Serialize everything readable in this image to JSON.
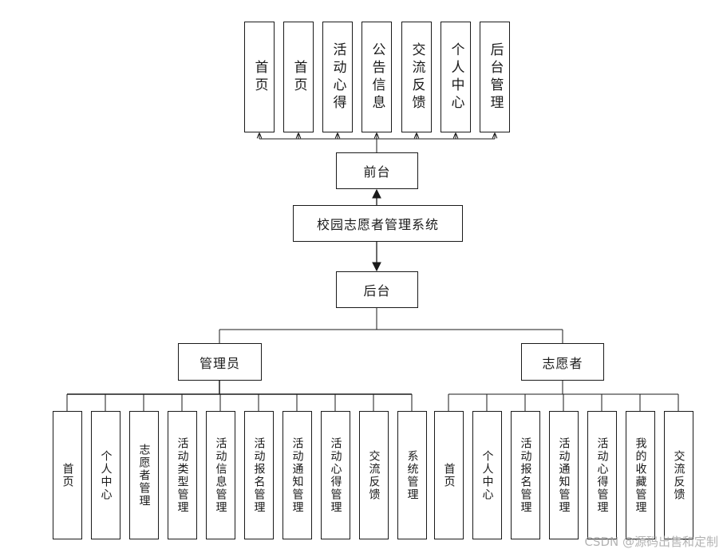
{
  "diagram": {
    "system": "校园志愿者管理系统",
    "frontend": {
      "label": "前台",
      "items": [
        "首页",
        "首页",
        "活动心得",
        "公告信息",
        "交流反馈",
        "个人中心",
        "后台管理"
      ]
    },
    "backend": {
      "label": "后台",
      "roles": [
        {
          "label": "管理员",
          "items": [
            "首页",
            "个人中心",
            "志愿者管理",
            "活动类型管理",
            "活动信息管理",
            "活动报名管理",
            "活动通知管理",
            "活动心得管理",
            "交流反馈",
            "系统管理"
          ]
        },
        {
          "label": "志愿者",
          "items": [
            "首页",
            "个人中心",
            "活动报名管理",
            "活动通知管理",
            "活动心得管理",
            "我的收藏管理",
            "交流反馈"
          ]
        }
      ]
    }
  },
  "watermark": "CSDN @源码出售和定制",
  "colors": {
    "line": "#1a1a1a",
    "text": "#1a1a1a",
    "watermark": "#9a9a9a"
  }
}
